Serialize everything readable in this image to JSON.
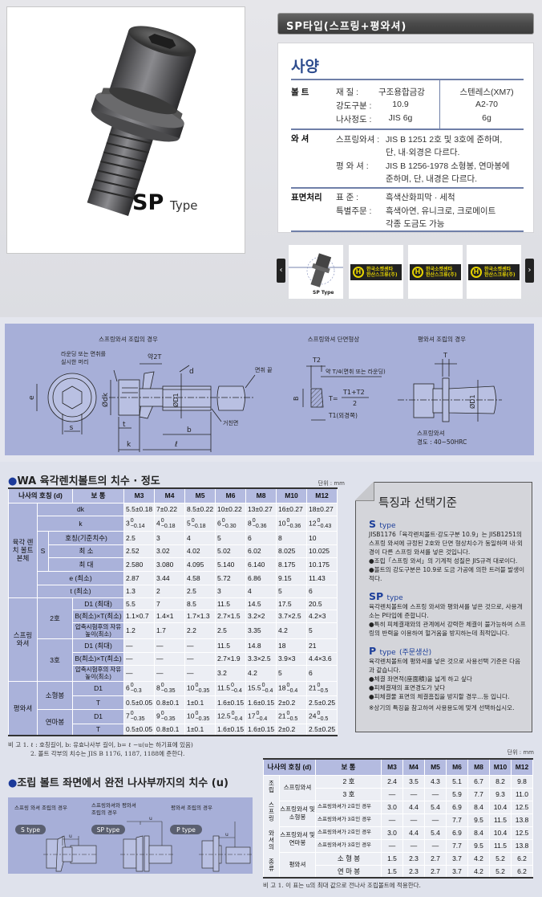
{
  "product": {
    "photo_label_big": "SP",
    "photo_label_small": "Type",
    "title": "SP타입(스프링+평와셔)"
  },
  "spec": {
    "heading": "사양",
    "bolt": {
      "label": "볼    트",
      "rows": [
        {
          "k": "재     질 :",
          "v": "구조용합금강",
          "v2": "스텐레스(XM7)"
        },
        {
          "k": "강도구분 :",
          "v": "10.9",
          "v2": "A2-70"
        },
        {
          "k": "나사정도 :",
          "v": "JIS 6g",
          "v2": "6g"
        }
      ]
    },
    "washer": {
      "label": "와    셔",
      "rows": [
        {
          "k": "스프링와셔 :",
          "v": "JIS B 1251   2호 및 3호에 준하며,"
        },
        {
          "k": "",
          "v": "단, 내·외경은 다르다."
        },
        {
          "k": "평 와 셔 :",
          "v": "JIS B 1256-1978  소형봉, 연마봉에"
        },
        {
          "k": "",
          "v": "준하며, 단, 내경은 다르다."
        }
      ]
    },
    "surface": {
      "label": "표면처리",
      "rows": [
        {
          "k": "표       준 :",
          "v": "흑색산화피막 · 세척"
        },
        {
          "k": "특별주문 :",
          "v": "흑색아연, 유니크로, 크로메이트"
        },
        {
          "k": "",
          "v": "각종 도금도 가능"
        }
      ]
    }
  },
  "thumbs": {
    "prev": "‹",
    "next": "›",
    "first_label": "SP Type",
    "logo_line1": "한국소켓센타",
    "logo_line2": "한산스크류(주)",
    "logo_mark": "H"
  },
  "diagram1": {
    "spring_title": "스프링와셔 조립의 경우",
    "rounding_1": "라운딩 또는 면취를",
    "rounding_2": "실시한 머리",
    "approx2t": "약2T",
    "d": "d",
    "chamfer_end": "면취 끝",
    "e": "e",
    "dk": "Ødk",
    "d1": "ØD1",
    "rough": "거친면",
    "s": "s",
    "t": "t",
    "b": "b",
    "k": "k",
    "l": "ℓ",
    "section_title": "스프링와셔 단면형상",
    "t2": "T2",
    "approx_t4": "약 T/4(면취 또는 라운딩)",
    "B": "B",
    "formula_left": "T=",
    "formula_num": "T1+T2",
    "formula_den": "2",
    "t1": "T1(외경쪽)",
    "flat_title": "평와셔 조립의 경우",
    "T": "T",
    "d1b": "ØD1",
    "hardness_1": "스프링와셔",
    "hardness_2": "경도 : 40~50HRC"
  },
  "size_table": {
    "title": "WA 육각렌치볼트의 치수 · 정도",
    "bullet": "●",
    "unit": "단위 : mm",
    "header": {
      "label": "나사의 호칭 (d)",
      "sub": "보    통",
      "sizes": [
        "M3",
        "M4",
        "M5",
        "M6",
        "M8",
        "M10",
        "M12"
      ]
    },
    "rows": [
      {
        "group": "육각 렌치 볼트 본체",
        "sub": null,
        "label": "dk",
        "values": [
          "5.5±0.18",
          "7±0.22",
          "8.5±0.22",
          "10±0.22",
          "13±0.27",
          "16±0.27",
          "18±0.27"
        ]
      },
      {
        "group": "육각 렌치 볼트 본체",
        "sub": null,
        "label": "k",
        "values": [
          {
            "b": "3",
            "u": "0",
            "l": "−0.14"
          },
          {
            "b": "4",
            "u": "0",
            "l": "−0.18"
          },
          {
            "b": "5",
            "u": "0",
            "l": "−0.18"
          },
          {
            "b": "6",
            "u": "0",
            "l": "−0.30"
          },
          {
            "b": "8",
            "u": "0",
            "l": "−0.36"
          },
          {
            "b": "10",
            "u": "0",
            "l": "−0.36"
          },
          {
            "b": "12",
            "u": "0",
            "l": "−0.43"
          }
        ]
      },
      {
        "group": "육각 렌치 볼트 본체",
        "sub": "S",
        "label": "호칭(기준치수)",
        "values": [
          "2.5",
          "3",
          "4",
          "5",
          "6",
          "8",
          "10"
        ]
      },
      {
        "group": "육각 렌치 볼트 본체",
        "sub": "S",
        "label": "최      소",
        "values": [
          "2.52",
          "3.02",
          "4.02",
          "5.02",
          "6.02",
          "8.025",
          "10.025"
        ]
      },
      {
        "group": "육각 렌치 볼트 본체",
        "sub": "S",
        "label": "최      대",
        "values": [
          "2.580",
          "3.080",
          "4.095",
          "5.140",
          "6.140",
          "8.175",
          "10.175"
        ]
      },
      {
        "group": "육각 렌치 볼트 본체",
        "sub": null,
        "label": "e (최소)",
        "values": [
          "2.87",
          "3.44",
          "4.58",
          "5.72",
          "6.86",
          "9.15",
          "11.43"
        ]
      },
      {
        "group": "육각 렌치 볼트 본체",
        "sub": null,
        "label": "t (최소)",
        "values": [
          "1.3",
          "2",
          "2.5",
          "3",
          "4",
          "5",
          "6"
        ]
      },
      {
        "group": "스프링 와셔",
        "sub": "2호",
        "label": "D1 (최대)",
        "values": [
          "5.5",
          "7",
          "8.5",
          "11.5",
          "14.5",
          "17.5",
          "20.5"
        ]
      },
      {
        "group": "스프링 와셔",
        "sub": "2호",
        "label": "B(최소)×T(최소)",
        "values": [
          "1.1×0.7",
          "1.4×1",
          "1.7×1.3",
          "2.7×1.5",
          "3.2×2",
          "3.7×2.5",
          "4.2×3"
        ]
      },
      {
        "group": "스프링 와셔",
        "sub": "2호",
        "label": "압축시험후의 자유높이(최소)",
        "values": [
          "1.2",
          "1.7",
          "2.2",
          "2.5",
          "3.35",
          "4.2",
          "5"
        ]
      },
      {
        "group": "스프링 와셔",
        "sub": "3호",
        "label": "D1 (최대)",
        "values": [
          "—",
          "—",
          "—",
          "11.5",
          "14.8",
          "18",
          "21"
        ]
      },
      {
        "group": "스프링 와셔",
        "sub": "3호",
        "label": "B(최소)×T(최소)",
        "values": [
          "—",
          "—",
          "—",
          "2.7×1.9",
          "3.3×2.5",
          "3.9×3",
          "4.4×3.6"
        ]
      },
      {
        "group": "스프링 와셔",
        "sub": "3호",
        "label": "압축시험후의 자유높이(최소)",
        "values": [
          "—",
          "—",
          "—",
          "3.2",
          "4.2",
          "5",
          "6"
        ]
      },
      {
        "group": "평와셔",
        "sub": "소형봉",
        "label": "D1",
        "values": [
          {
            "b": "6",
            "u": "0",
            "l": "−0.3"
          },
          {
            "b": "8",
            "u": "0",
            "l": "−0.35"
          },
          {
            "b": "10",
            "u": "0",
            "l": "−0.35"
          },
          {
            "b": "11.5",
            "u": "0",
            "l": "−0.4"
          },
          {
            "b": "15.5",
            "u": "0",
            "l": "−0.4"
          },
          {
            "b": "18",
            "u": "0",
            "l": "−0.4"
          },
          {
            "b": "21",
            "u": "0",
            "l": "−0.5"
          }
        ]
      },
      {
        "group": "평와셔",
        "sub": "소형봉",
        "label": "T",
        "values": [
          "0.5±0.05",
          "0.8±0.1",
          "1±0.1",
          "1.6±0.15",
          "1.6±0.15",
          "2±0.2",
          "2.5±0.25"
        ]
      },
      {
        "group": "평와셔",
        "sub": "연마봉",
        "label": "D1",
        "values": [
          {
            "b": "7",
            "u": "0",
            "l": "−0.35"
          },
          {
            "b": "9",
            "u": "0",
            "l": "−0.35"
          },
          {
            "b": "10",
            "u": "0",
            "l": "−0.35"
          },
          {
            "b": "12.5",
            "u": "0",
            "l": "−0.4"
          },
          {
            "b": "17",
            "u": "0",
            "l": "−0.4"
          },
          {
            "b": "21",
            "u": "0",
            "l": "−0.5"
          },
          {
            "b": "24",
            "u": "0",
            "l": "−0.5"
          }
        ]
      },
      {
        "group": "평와셔",
        "sub": "연마봉",
        "label": "T",
        "values": [
          "0.5±0.05",
          "0.8±0.1",
          "1±0.1",
          "1.6±0.15",
          "1.6±0.15",
          "2±0.2",
          "2.5±0.25"
        ]
      }
    ],
    "notes": [
      "비    고  1. ℓ : 호칭길이,  b: 유효나사부 길이,  b= ℓ −u(u는 하기표에 있음)",
      "2. 볼트 각부의 치수는 JIS B 1176, 1187, 1188에 준한다."
    ]
  },
  "features": {
    "title": "특징과 선택기준",
    "s_type": {
      "name": "S",
      "suffix": "type",
      "lines": [
        "JISB1176「육각렌치볼트·강도구분 10.9」는 JISB1251의 스프링 와셔에 규정된 2호와 단면 형상치수가 동일하며 내·외경이 다른 스프링 와셔를 넣은 것입니다.",
        "●조립「스프링 와셔」의 기계적 성질은 JIS규격 대로이다.",
        "●볼트의 강도구분은 10.9로 도금 가공에 의한 트러블 발생이 적다."
      ]
    },
    "sp_type": {
      "name": "SP",
      "suffix": "type",
      "lines": [
        "육각렌치볼트에 스프링 와셔와 평와셔를 넣은 것으로, 사용개소는 P타입에 준합니다.",
        "●특히 피체결재와의 관계에서 강력한 체결이 불가능하여 스프링의 반력을 이용하여 헐거움을 방지하는데 최적입니다."
      ]
    },
    "p_type": {
      "name": "P",
      "suffix": "type",
      "extra": "(주문생산)",
      "lines": [
        "육각렌치볼트에 평와셔를 넣은 것으로 사용선택 기준은 다음과 같습니다.",
        "●체결 좌면적(座面積)을 넓게 하고 싶다",
        "●피체결재의 표면경도가 낮다",
        "●피체결물 표면의 체결흠집을 방지할 경우…등 입니다.",
        "※상기의 특징을 참고하여 사용용도에 맞게 선택하십시오."
      ]
    }
  },
  "u_section": {
    "title": "조립 볼트 좌면에서 완전 나사부까지의 치수 (u)",
    "bullet": "●",
    "cap_s": "스프링 와셔 조립의 경우",
    "cap_sp_1": "스프링와셔와 평와셔",
    "cap_sp_2": "조립의 경우",
    "cap_p": "평와셔 조립의 경우",
    "badge_s": "S type",
    "badge_sp": "SP type",
    "badge_p": "P type",
    "u": "u"
  },
  "u_table": {
    "unit": "단위 : mm",
    "header": {
      "label": "나사의 호칭 (d)",
      "sub": "보    통",
      "sizes": [
        "M3",
        "M4",
        "M5",
        "M6",
        "M8",
        "M10",
        "M12"
      ]
    },
    "group": "조립 스프링 와셔의 종류",
    "rows": [
      {
        "sub": "스프링와셔",
        "label": "2 호",
        "values": [
          "2.4",
          "3.5",
          "4.3",
          "5.1",
          "6.7",
          "8.2",
          "9.8"
        ]
      },
      {
        "sub": "스프링와셔",
        "label": "3 호",
        "values": [
          "—",
          "—",
          "—",
          "5.9",
          "7.7",
          "9.3",
          "11.0"
        ]
      },
      {
        "sub": "스프링와셔 및 소형봉",
        "label": "스프링와셔가 2호인 경우",
        "values": [
          "3.0",
          "4.4",
          "5.4",
          "6.9",
          "8.4",
          "10.4",
          "12.5"
        ]
      },
      {
        "sub": "스프링와셔 및 소형봉",
        "label": "스프링와셔가 3호인 경우",
        "values": [
          "—",
          "—",
          "—",
          "7.7",
          "9.5",
          "11.5",
          "13.8"
        ]
      },
      {
        "sub": "스프링와셔 및 연마봉",
        "label": "스프링와셔가 2호인 경우",
        "values": [
          "3.0",
          "4.4",
          "5.4",
          "6.9",
          "8.4",
          "10.4",
          "12.5"
        ]
      },
      {
        "sub": "스프링와셔 및 연마봉",
        "label": "스프링와셔가 3호인 경우",
        "values": [
          "—",
          "—",
          "—",
          "7.7",
          "9.5",
          "11.5",
          "13.8"
        ]
      },
      {
        "sub": "평와셔",
        "label": "소 형 봉",
        "values": [
          "1.5",
          "2.3",
          "2.7",
          "3.7",
          "4.2",
          "5.2",
          "6.2"
        ]
      },
      {
        "sub": "평와셔",
        "label": "연 마 봉",
        "values": [
          "1.5",
          "2.3",
          "2.7",
          "3.7",
          "4.2",
          "5.2",
          "6.2"
        ]
      }
    ],
    "note": "비    고  1. 이 표는 u의 최대 값으로 전나사 조립볼트에 적용한다."
  },
  "colors": {
    "accent": "#2d4c8e",
    "panel": "#a7afd8",
    "header_cell": "#b4bbe0"
  }
}
